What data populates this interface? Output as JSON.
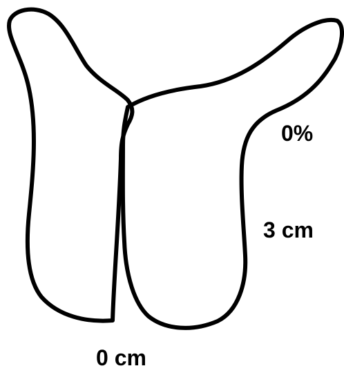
{
  "labels": {
    "percent": "0%",
    "right_measure": "3 cm",
    "bottom_measure": "0 cm"
  },
  "colors": {
    "outline": "#000000",
    "background": "#ffffff"
  }
}
